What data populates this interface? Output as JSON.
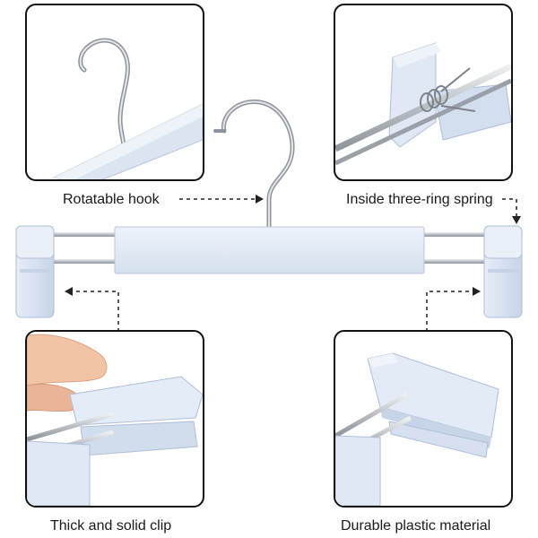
{
  "product": {
    "image_description": "Light blue plastic clothes hanger with metal rotatable hook and two spring clips",
    "colors": {
      "plastic": "#e3ebf6",
      "plastic_shade": "#c9d6ea",
      "plastic_dark": "#aebfd9",
      "metal": "#b7bcc2",
      "metal_light": "#e8eaed",
      "outline": "#111111",
      "arrow": "#222222"
    }
  },
  "callouts": {
    "top_left": {
      "label": "Rotatable hook",
      "icon": "hook-closeup"
    },
    "top_right": {
      "label": "Inside three-ring spring",
      "icon": "spring-closeup"
    },
    "bottom_left": {
      "label": "Thick and solid clip",
      "icon": "clip-pinch-closeup"
    },
    "bottom_right": {
      "label": "Durable plastic material",
      "icon": "clip-closeup"
    }
  }
}
